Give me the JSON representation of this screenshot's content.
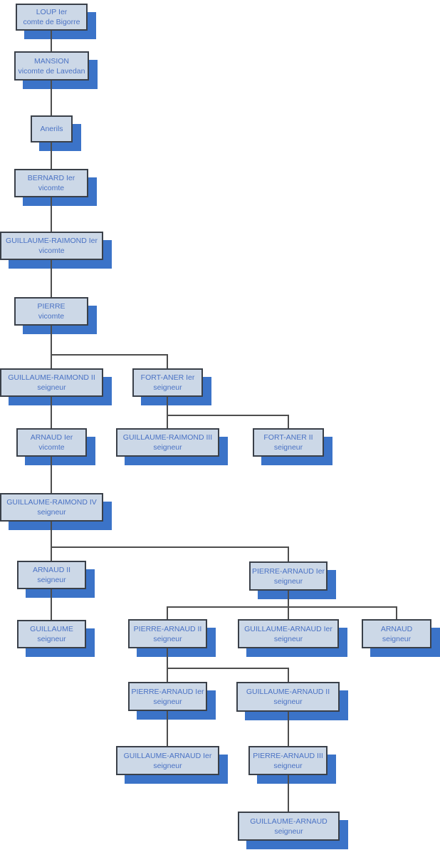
{
  "diagram": {
    "kind": "genealogy-tree",
    "background": "#ffffff"
  },
  "colors": {
    "node_fill": "#ccd8e7",
    "node_border": "#3a4049",
    "node_text": "#4a72c4",
    "shadow": "#3b73c8",
    "connector": "#4d4d4d"
  },
  "nodes": [
    {
      "id": "loup-ier",
      "name": "LOUP Ier",
      "title": "comte de Bigorre",
      "parent": null
    },
    {
      "id": "mansion",
      "name": "MANSION",
      "title": "vicomte de Lavedan",
      "parent": "loup-ier"
    },
    {
      "id": "anerils",
      "name": "Anerils",
      "title": "",
      "parent": "mansion"
    },
    {
      "id": "bernard-ier",
      "name": "BERNARD Ier",
      "title": "vicomte",
      "parent": "anerils"
    },
    {
      "id": "guillaume-raimond-ier",
      "name": "GUILLAUME-RAIMOND Ier",
      "title": "vicomte",
      "parent": "bernard-ier"
    },
    {
      "id": "pierre",
      "name": "PIERRE",
      "title": "vicomte",
      "parent": "guillaume-raimond-ier"
    },
    {
      "id": "guillaume-raimond-ii",
      "name": "GUILLAUME-RAIMOND II",
      "title": "seigneur",
      "parent": "pierre"
    },
    {
      "id": "fort-aner-ier",
      "name": "FORT-ANER Ier",
      "title": "seigneur",
      "parent": "pierre"
    },
    {
      "id": "arnaud-ier",
      "name": "ARNAUD Ier",
      "title": "vicomte",
      "parent": "guillaume-raimond-ii"
    },
    {
      "id": "guillaume-raimond-iii",
      "name": "GUILLAUME-RAIMOND III",
      "title": "seigneur",
      "parent": "fort-aner-ier"
    },
    {
      "id": "fort-aner-ii",
      "name": "FORT-ANER II",
      "title": "seigneur",
      "parent": "fort-aner-ier"
    },
    {
      "id": "guillaume-raimond-iv",
      "name": "GUILLAUME-RAIMOND IV",
      "title": "seigneur",
      "parent": "arnaud-ier"
    },
    {
      "id": "arnaud-ii",
      "name": "ARNAUD II",
      "title": "seigneur",
      "parent": "guillaume-raimond-iv"
    },
    {
      "id": "pierre-arnaud-ier",
      "name": "PIERRE-ARNAUD Ier",
      "title": "seigneur",
      "parent": "guillaume-raimond-iv"
    },
    {
      "id": "guillaume",
      "name": "GUILLAUME",
      "title": "seigneur",
      "parent": "arnaud-ii"
    },
    {
      "id": "pierre-arnaud-ii",
      "name": "PIERRE-ARNAUD II",
      "title": "seigneur",
      "parent": "pierre-arnaud-ier"
    },
    {
      "id": "guillaume-arnaud-ier",
      "name": "GUILLAUME-ARNAUD Ier",
      "title": "seigneur",
      "parent": "pierre-arnaud-ier"
    },
    {
      "id": "arnaud",
      "name": "ARNAUD",
      "title": "seigneur",
      "parent": "pierre-arnaud-ier"
    },
    {
      "id": "pierre-arnaud-ier-2",
      "name": "PIERRE-ARNAUD Ier",
      "title": "seigneur",
      "parent": "pierre-arnaud-ii"
    },
    {
      "id": "guillaume-arnaud-ii",
      "name": "GUILLAUME-ARNAUD II",
      "title": "seigneur",
      "parent": "pierre-arnaud-ii"
    },
    {
      "id": "guillaume-arnaud-ier-2",
      "name": "GUILLAUME-ARNAUD Ier",
      "title": "seigneur",
      "parent": "pierre-arnaud-ier-2"
    },
    {
      "id": "pierre-arnaud-iii",
      "name": "PIERRE-ARNAUD III",
      "title": "seigneur",
      "parent": "guillaume-arnaud-ii"
    },
    {
      "id": "guillaume-arnaud",
      "name": "GUILLAUME-ARNAUD",
      "title": "seigneur",
      "parent": "pierre-arnaud-iii"
    }
  ]
}
